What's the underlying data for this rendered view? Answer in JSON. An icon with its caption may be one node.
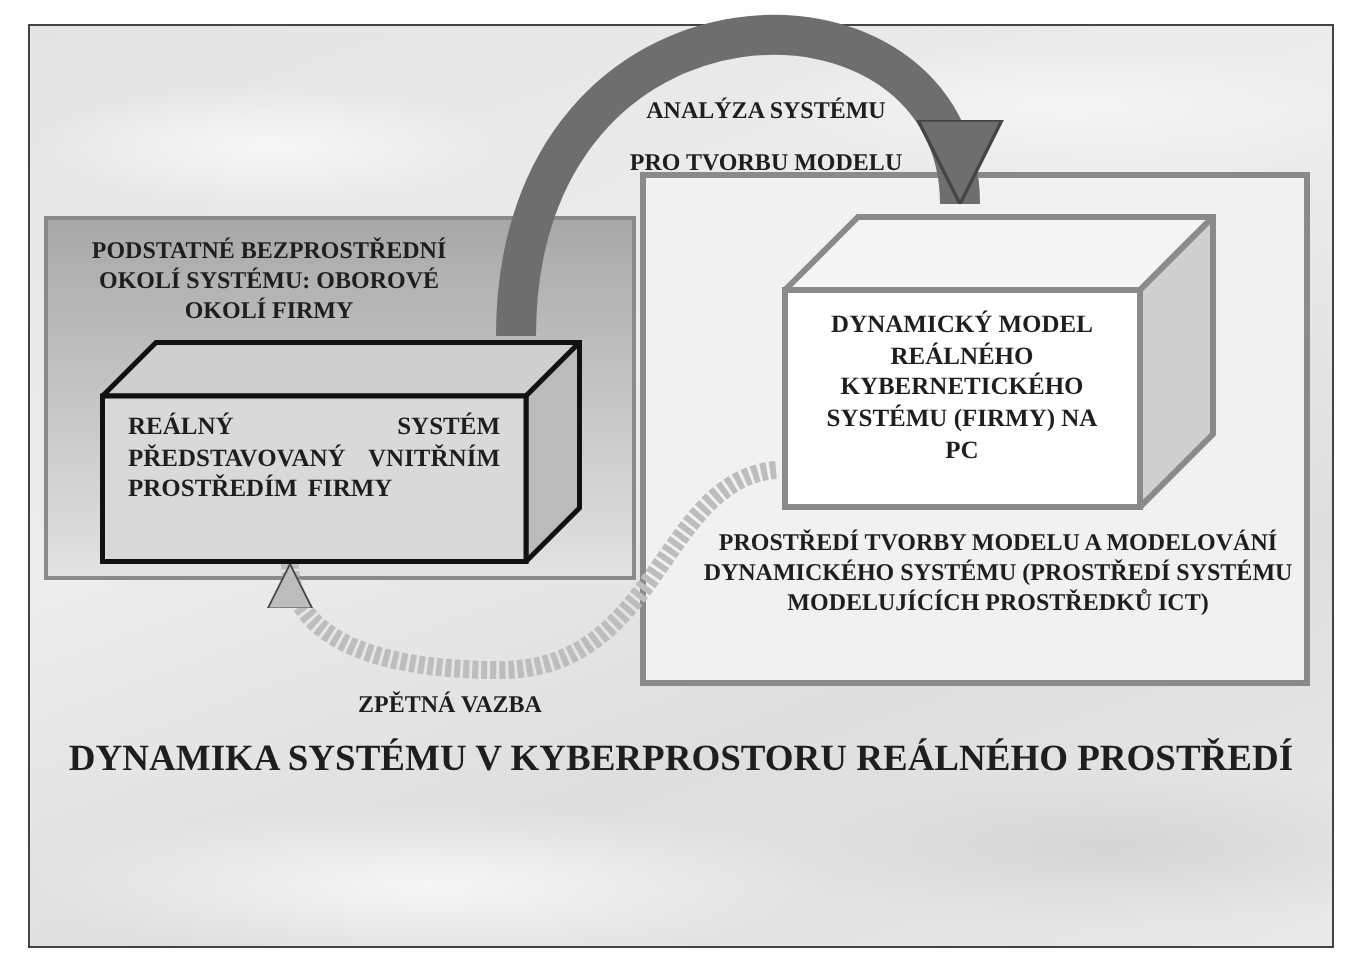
{
  "diagram": {
    "title": "DYNAMIKA SYSTÉMU V KYBERPROSTORU REÁLNÉHO PROSTŘEDÍ",
    "nodes": [
      {
        "text": [
          "PODSTATNÉ BEZPROSTŘEDNÍ OKOLÍ SYSTÉMU: OBOROVÉ OKOLÍ FIRMY"
        ]
      },
      {
        "text": [
          "REÁLNÝ SYSTÉM PŘEDSTAVOVANÝ VNITŘNÍM PROSTŘEDÍM FIRMY"
        ],
        "in": 0
      },
      {
        "text": [
          "PROSTŘEDÍ TVORBY MODELU A MODELOVÁNÍ DYNAMICKÉHO SYSTÉMU (PROSTŘEDÍ SYSTÉMU MODELUJÍCÍCH PROSTŘEDKŮ ICT)"
        ]
      },
      {
        "text": [
          "DYNAMICKÝ MODEL REÁLNÉHO KYBERNETICKÉHO SYSTÉMU (FIRMY) NA PC"
        ],
        "in": 2
      }
    ],
    "edges": [
      {
        "from": 1,
        "to": 3,
        "arrow": "to",
        "label": "ANALÝZA SYSTÉMU PRO TVORBU MODELU",
        "style": "thick"
      },
      {
        "from": 3,
        "to": 1,
        "arrow": "to",
        "label": "ZPĚTNÁ VAZBA",
        "style": "dashed",
        "color": "#bdbdbd"
      }
    ]
  }
}
